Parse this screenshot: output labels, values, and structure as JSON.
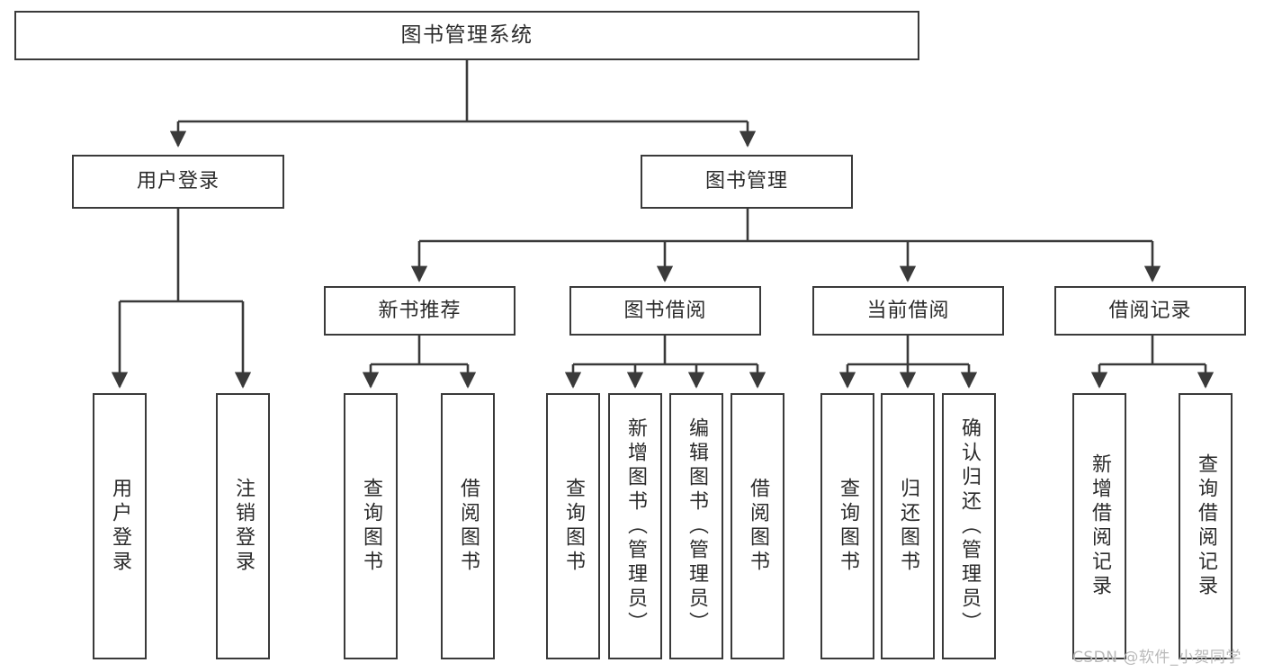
{
  "diagram": {
    "title": "图书管理系统",
    "type": "tree",
    "watermark": "CSDN @软件_小贺同学",
    "colors": {
      "stroke": "#3a3a3a",
      "box_fill": "#ffffff",
      "text": "#2b2b2b",
      "background": "#ffffff",
      "watermark": "#b9b9b9"
    },
    "nodes": {
      "root": {
        "label": "图书管理系统",
        "level": 1
      },
      "level2": [
        {
          "id": "user-login",
          "label": "用户登录"
        },
        {
          "id": "book-manage",
          "label": "图书管理"
        }
      ],
      "level3": [
        {
          "id": "new-book-recommend",
          "label": "新书推荐",
          "parent": "book-manage"
        },
        {
          "id": "book-borrow",
          "label": "图书借阅",
          "parent": "book-manage"
        },
        {
          "id": "current-borrow",
          "label": "当前借阅",
          "parent": "book-manage"
        },
        {
          "id": "borrow-record",
          "label": "借阅记录",
          "parent": "book-manage"
        }
      ],
      "leaves": {
        "user-login": [
          {
            "id": "leaf-user-login",
            "label": "用户登录"
          },
          {
            "id": "leaf-logout-login",
            "label": "注销登录"
          }
        ],
        "new-book-recommend": [
          {
            "id": "leaf-query-book-1",
            "label": "查询图书"
          },
          {
            "id": "leaf-borrow-book-1",
            "label": "借阅图书"
          }
        ],
        "book-borrow": [
          {
            "id": "leaf-query-book-2",
            "label": "查询图书"
          },
          {
            "id": "leaf-add-book",
            "label": "新增图书（管理员）"
          },
          {
            "id": "leaf-edit-book",
            "label": "编辑图书（管理员）"
          },
          {
            "id": "leaf-borrow-book-2",
            "label": "借阅图书"
          }
        ],
        "current-borrow": [
          {
            "id": "leaf-query-book-3",
            "label": "查询图书"
          },
          {
            "id": "leaf-return-book",
            "label": "归还图书"
          },
          {
            "id": "leaf-confirm-return",
            "label": "确认归还（管理员）"
          }
        ],
        "borrow-record": [
          {
            "id": "leaf-add-record",
            "label": "新增借阅记录"
          },
          {
            "id": "leaf-query-record",
            "label": "查询借阅记录"
          }
        ]
      }
    }
  }
}
